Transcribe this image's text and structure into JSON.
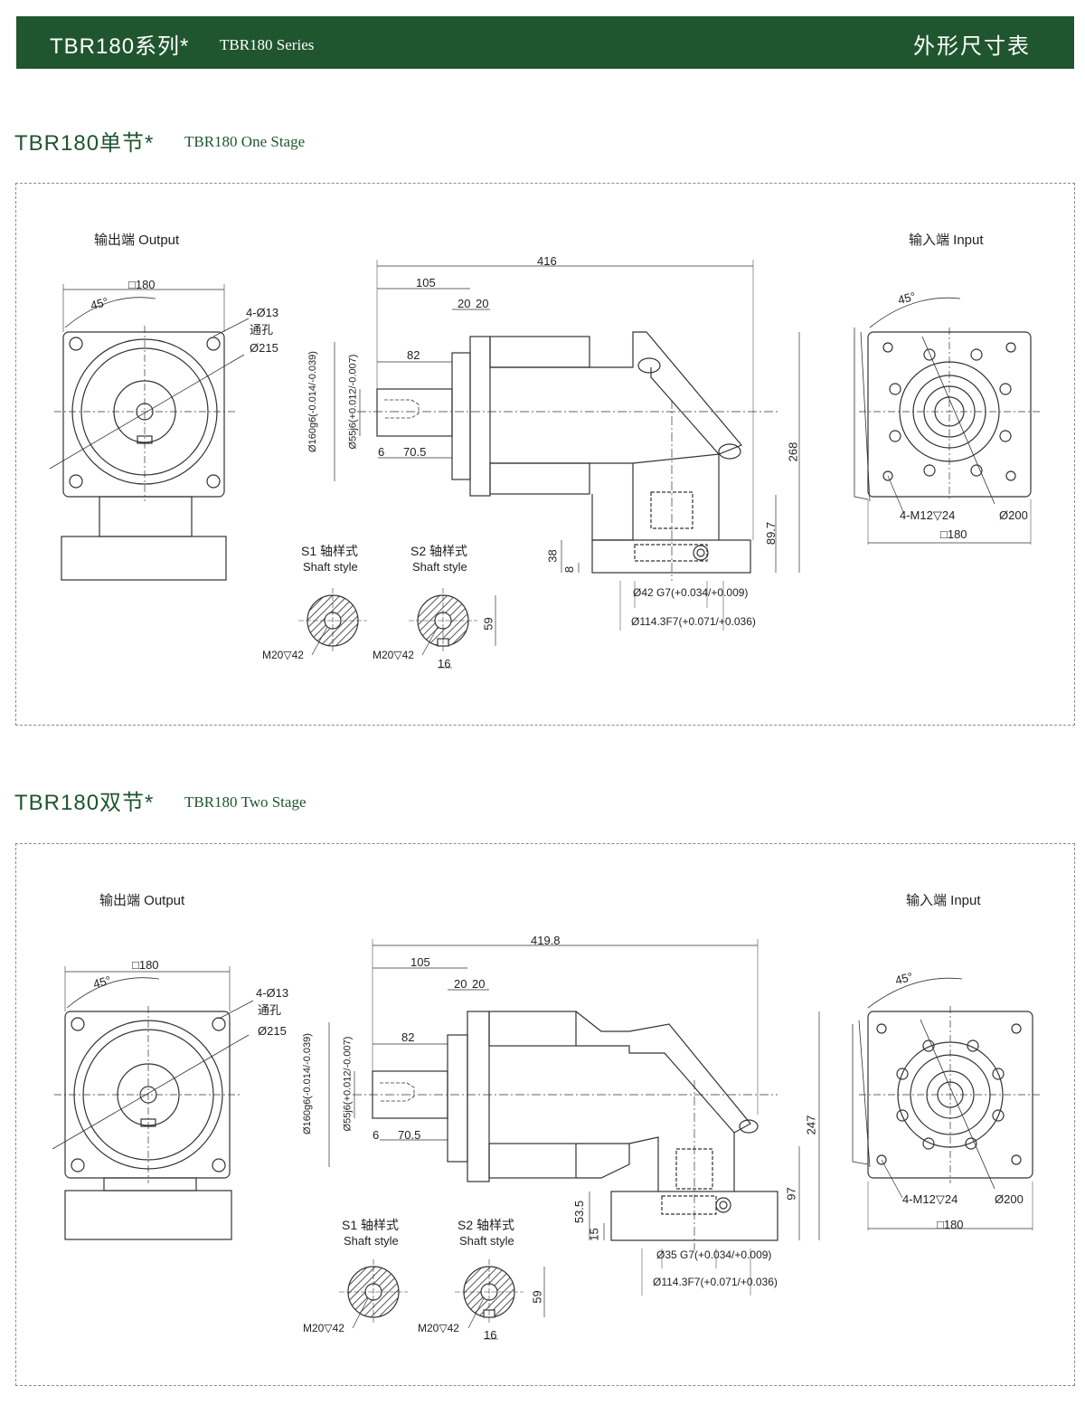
{
  "header": {
    "title_cn": "TBR180系列*",
    "title_en": "TBR180 Series",
    "right": "外形尺寸表"
  },
  "colors": {
    "brand_green": "#20562f",
    "title_green": "#1f5530",
    "hatch": "#555555"
  },
  "labels": {
    "output": "输出端  Output",
    "input": "输入端  Input",
    "s1_title": "S1 轴样式",
    "s2_title": "S2 轴样式",
    "shaft_style": "Shaft style",
    "through_hole": "通孔",
    "angle": "45°"
  },
  "one_stage": {
    "title_cn": "TBR180单节*",
    "title_en": "TBR180 One Stage",
    "dims": {
      "square": "□180",
      "bolt_holes": "4-Ø13",
      "pcd": "Ø215",
      "overall_length": "416",
      "flange_offset": "105",
      "gap_a": "20",
      "gap_b": "20",
      "shaft_length": "82",
      "key_length": "70.5",
      "key_offset": "6",
      "pilot": "Ø160g6(-0.014/-0.039)",
      "shaft_dia": "Ø55j6(+0.012/-0.007)",
      "height": "268",
      "base_height": "89.7",
      "base_t": "38",
      "base_t2": "8",
      "bore": "Ø42 G7(+0.034/+0.009)",
      "spigot": "Ø114.3F7(+0.071/+0.036)",
      "tap": "4-M12▽24",
      "input_pcd": "Ø200",
      "input_square": "□180",
      "s_thread": "M20▽42",
      "s2_height": "59",
      "s2_key": "16"
    }
  },
  "two_stage": {
    "title_cn": "TBR180双节*",
    "title_en": "TBR180 Two Stage",
    "dims": {
      "square": "□180",
      "bolt_holes": "4-Ø13",
      "pcd": "Ø215",
      "overall_length": "419.8",
      "flange_offset": "105",
      "gap_a": "20",
      "gap_b": "20",
      "shaft_length": "82",
      "key_length": "70.5",
      "key_offset": "6",
      "pilot": "Ø160g6(-0.014/-0.039)",
      "shaft_dia": "Ø55j6(+0.012/-0.007)",
      "height": "247",
      "base_height": "97",
      "base_t": "53.5",
      "base_t2": "15",
      "bore": "Ø35 G7(+0.034/+0.009)",
      "spigot": "Ø114.3F7(+0.071/+0.036)",
      "tap": "4-M12▽24",
      "input_pcd": "Ø200",
      "input_square": "□180",
      "s_thread": "M20▽42",
      "s2_height": "59",
      "s2_key": "16"
    }
  }
}
